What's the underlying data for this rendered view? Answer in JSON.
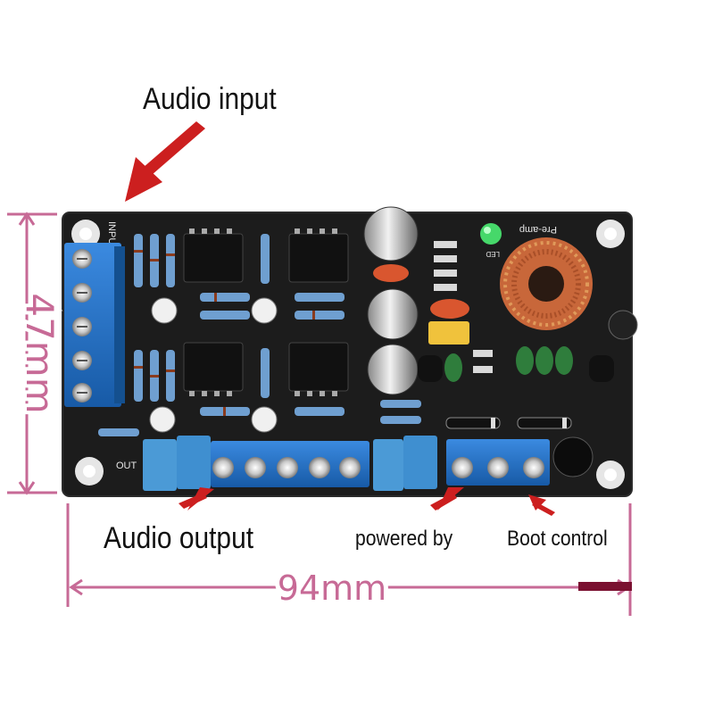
{
  "labels": {
    "audio_input": "Audio input",
    "audio_output": "Audio output",
    "powered_by": "powered by",
    "boot_control": "Boot control"
  },
  "dimensions": {
    "height": "47mm",
    "width": "94mm"
  },
  "board_text": {
    "input": "INPUT",
    "output": "OUT",
    "preamp": "Pre-amp",
    "led": "LED"
  },
  "colors": {
    "pcb": "#1a1a1a",
    "terminal_blue": "#1f6fc0",
    "capacitor_blue": "#3f8fd0",
    "arrow_red": "#cc1f1f",
    "dimension_pink": "#c76a96",
    "toroid_copper": "#c8673a"
  }
}
